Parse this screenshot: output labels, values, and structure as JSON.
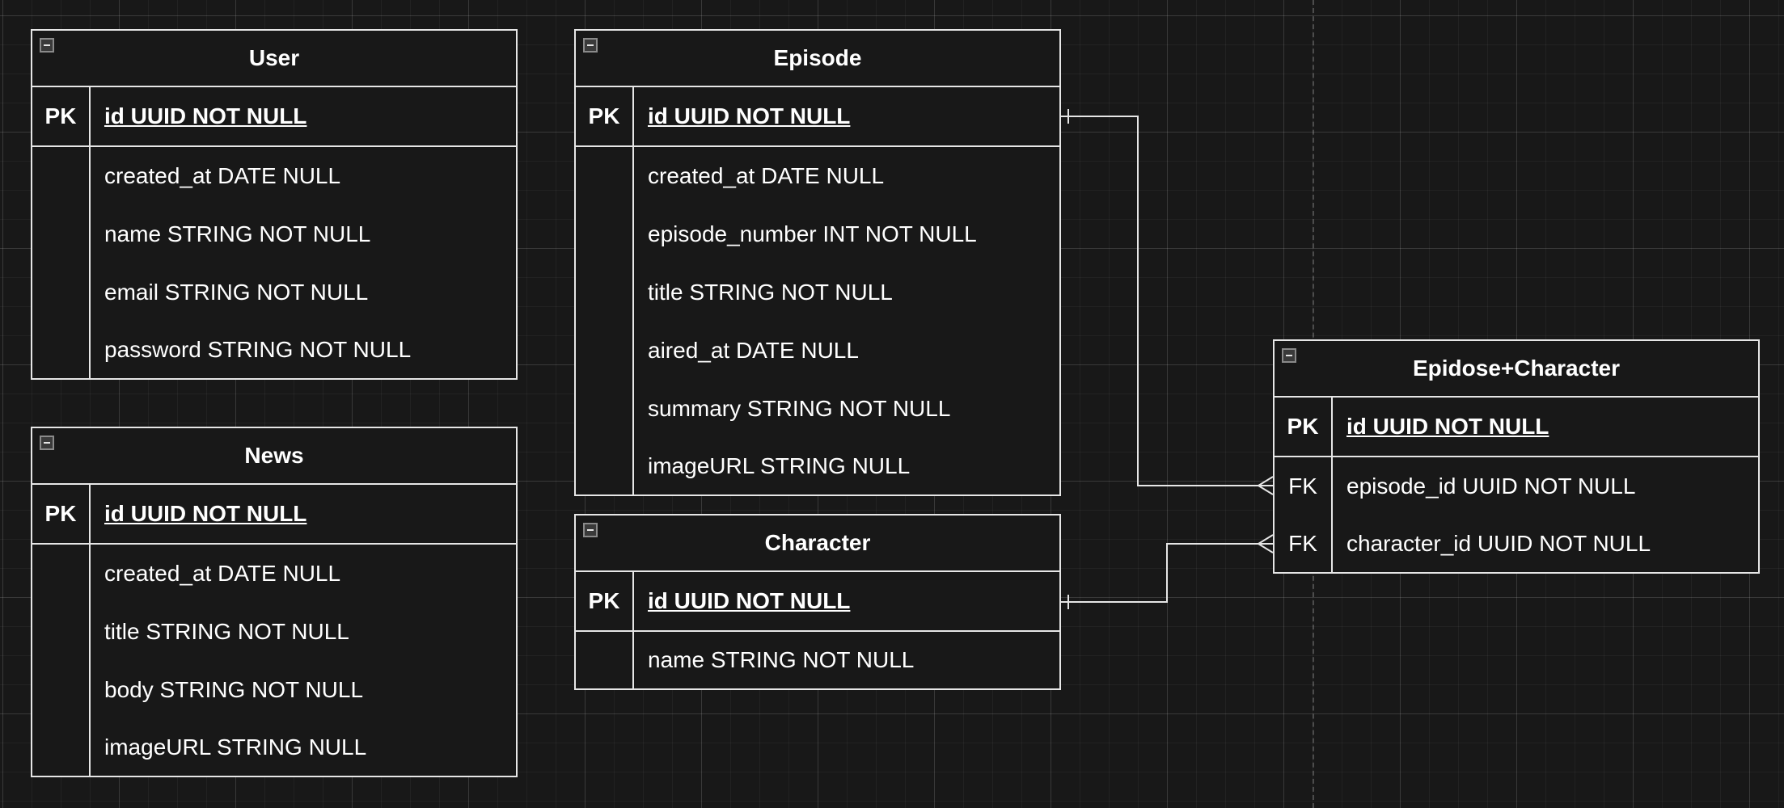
{
  "entities": {
    "user": {
      "title": "User",
      "pk": {
        "key": "PK",
        "field": "id UUID NOT NULL"
      },
      "fields": [
        "created_at DATE NULL",
        "name STRING NOT NULL",
        "email STRING NOT NULL",
        "password STRING NOT NULL"
      ]
    },
    "news": {
      "title": "News",
      "pk": {
        "key": "PK",
        "field": "id UUID NOT NULL"
      },
      "fields": [
        "created_at DATE NULL",
        "title STRING NOT NULL",
        "body STRING NOT NULL",
        "imageURL STRING NULL"
      ]
    },
    "episode": {
      "title": "Episode",
      "pk": {
        "key": "PK",
        "field": "id UUID NOT NULL"
      },
      "fields": [
        "created_at DATE NULL",
        "episode_number INT NOT NULL",
        "title STRING NOT NULL",
        "aired_at DATE NULL",
        "summary STRING NOT NULL",
        "imageURL STRING NULL"
      ]
    },
    "character": {
      "title": "Character",
      "pk": {
        "key": "PK",
        "field": "id UUID NOT NULL"
      },
      "fields": [
        "name STRING NOT NULL"
      ]
    },
    "episode_character": {
      "title": "Epidose+Character",
      "pk": {
        "key": "PK",
        "field": "id UUID NOT NULL"
      },
      "fk_rows": [
        {
          "key": "FK",
          "field": "episode_id UUID NOT NULL"
        },
        {
          "key": "FK",
          "field": "character_id UUID NOT NULL"
        }
      ]
    }
  },
  "relationships": [
    {
      "from": "Episode.id",
      "to": "Epidose+Character.episode_id",
      "cardinality": "one-to-many"
    },
    {
      "from": "Character.id",
      "to": "Epidose+Character.character_id",
      "cardinality": "one-to-many"
    }
  ],
  "colors": {
    "background": "#181818",
    "line": "#e6e6e6",
    "text": "#ffffff"
  }
}
